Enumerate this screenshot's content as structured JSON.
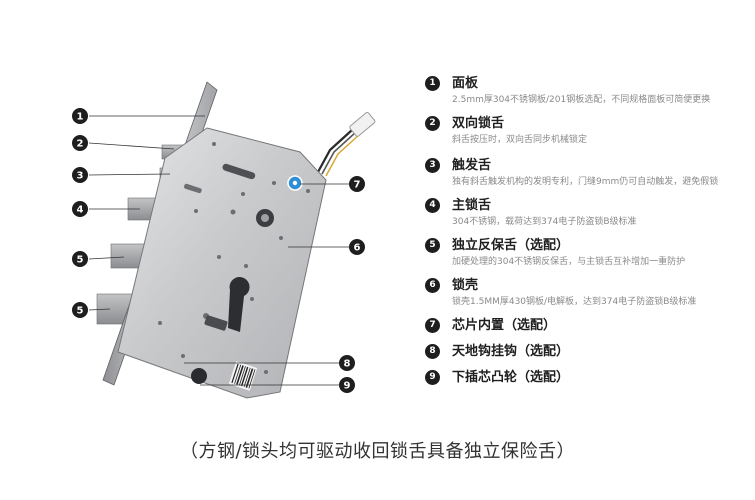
{
  "callouts": [
    "1",
    "2",
    "3",
    "4",
    "5",
    "6",
    "7",
    "8",
    "9"
  ],
  "features": [
    {
      "num": "1",
      "title": "面板",
      "desc": "2.5mm厚304不锈钢板/201钢板选配，不同规格面板可简便更换"
    },
    {
      "num": "2",
      "title": "双向锁舌",
      "desc": "斜舌按压时，双向舌同步机械锁定"
    },
    {
      "num": "3",
      "title": "触发舌",
      "desc": "独有斜舌触发机构的发明专利，门缝9mm仍可自动触发，避免假锁"
    },
    {
      "num": "4",
      "title": "主锁舌",
      "desc": "304不锈钢，载荷达到374电子防盗锁B级标准"
    },
    {
      "num": "5",
      "title": "独立反保舌（选配）",
      "desc": "加硬处理的304不锈钢反保舌，与主锁舌互补增加一重防护"
    },
    {
      "num": "6",
      "title": "锁壳",
      "desc": "锁壳1.5MM厚430钢板/电解板，达到374电子防盗锁B级标准"
    },
    {
      "num": "7",
      "title": "芯片内置（选配）",
      "desc": ""
    },
    {
      "num": "8",
      "title": "天地钩挂钩（选配）",
      "desc": ""
    },
    {
      "num": "9",
      "title": "下插芯凸轮（选配）",
      "desc": ""
    }
  ],
  "footer_note": "（方钢/锁头均可驱动收回锁舌具备独立保险舌）",
  "colors": {
    "callout_fill": "#1e1e1e",
    "chip_blue": "#2f8fd6",
    "steel": "#cfd0d2"
  }
}
